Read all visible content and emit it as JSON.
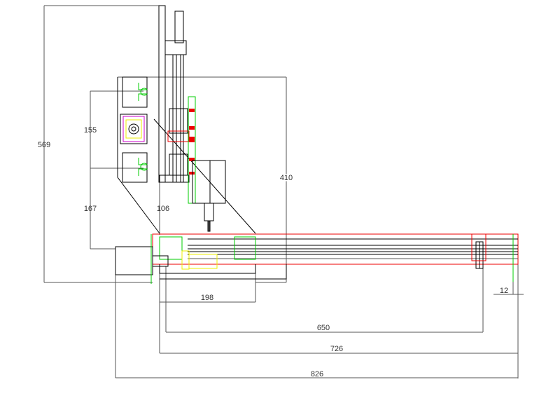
{
  "drawing": {
    "dimensions": {
      "total_height": "569",
      "rail_spacing": "155",
      "lower_offset": "167",
      "column_offset": "106",
      "side_plate_height": "410",
      "plate_width": "198",
      "travel": "650",
      "beam_length": "726",
      "overall_length": "826",
      "end_offset": "12"
    },
    "colors": {
      "outline": "#000000",
      "rail": "#00cc00",
      "frame": "#ee0000",
      "coupling": "#eeee00"
    }
  }
}
